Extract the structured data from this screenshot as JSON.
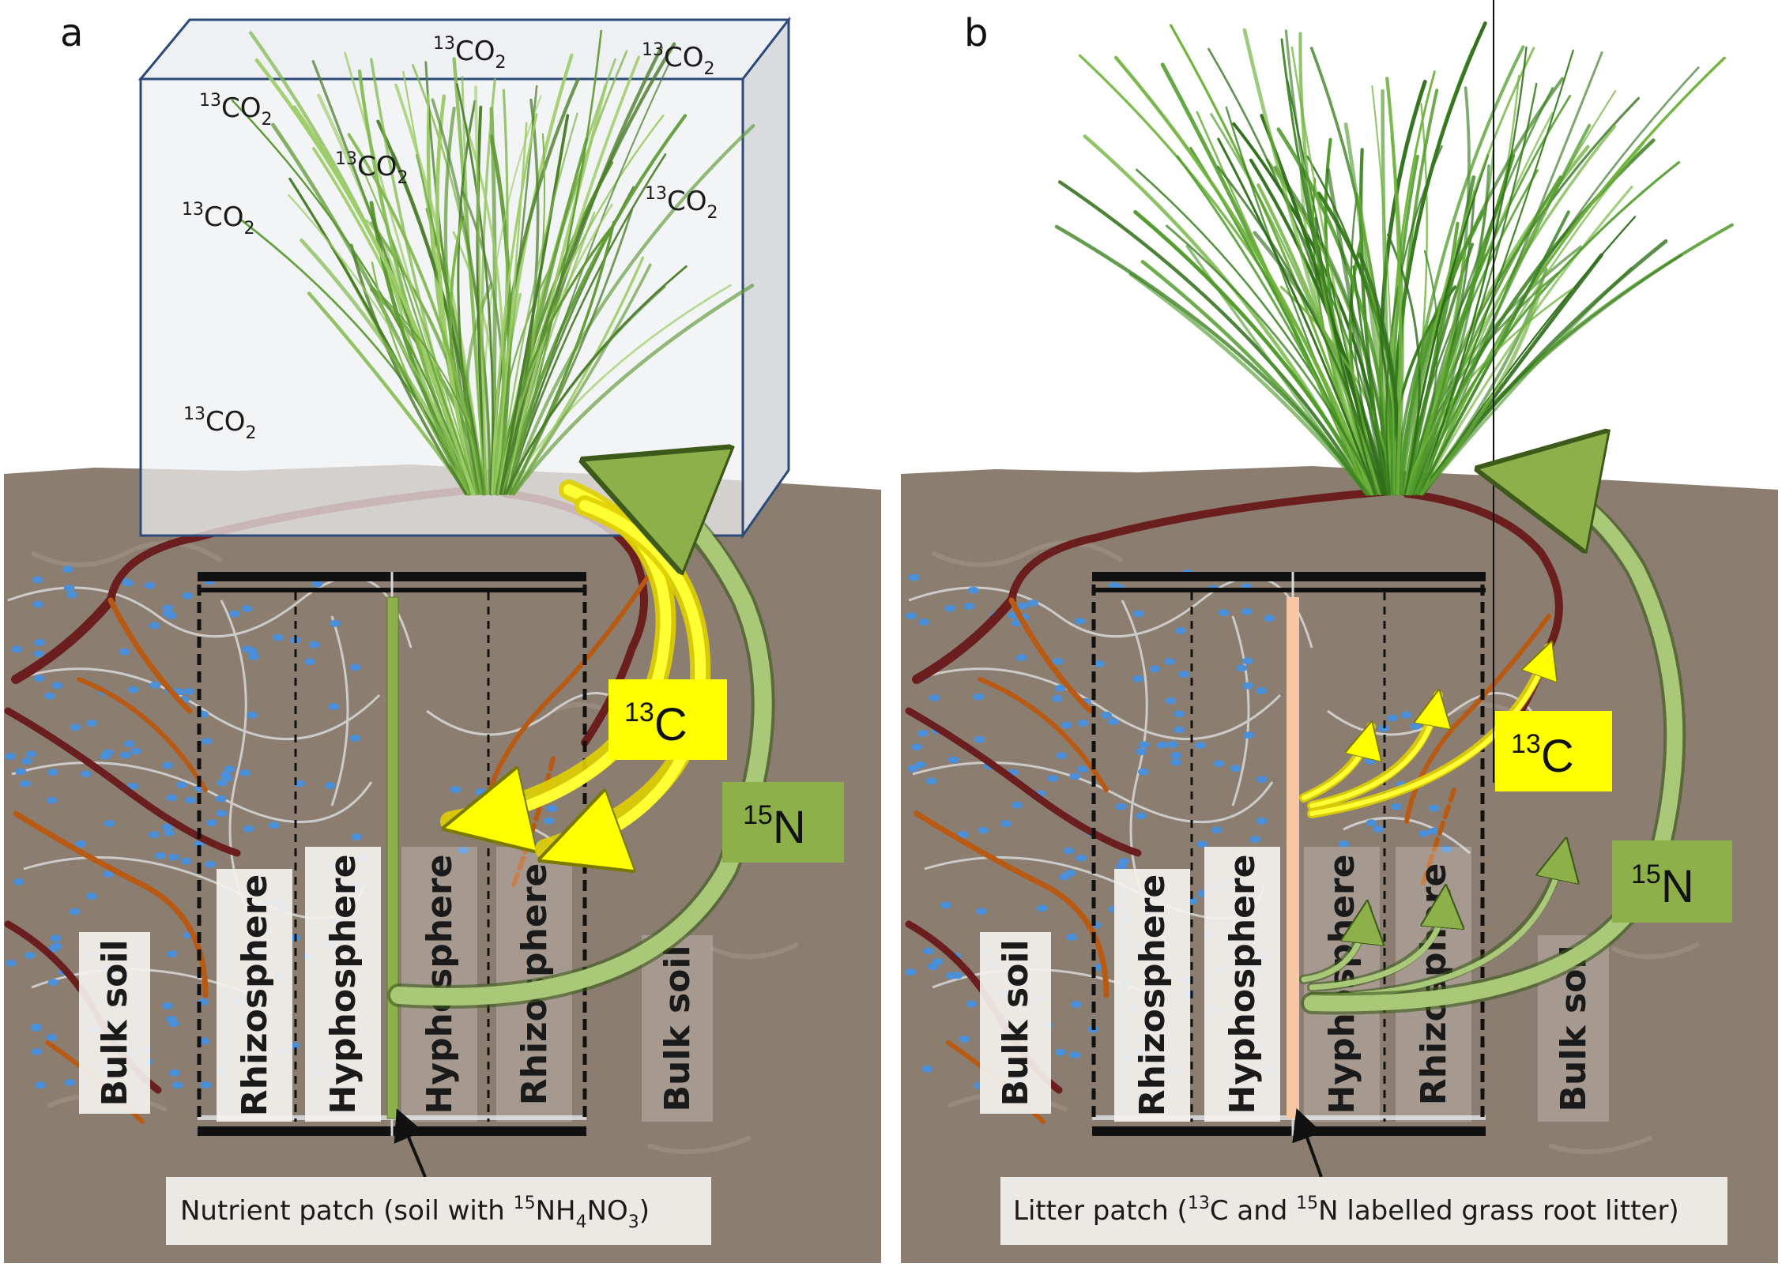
{
  "panels": [
    {
      "letter": "a",
      "zones": [
        "Bulk soil",
        "Rhizosphere",
        "Hyphosphere",
        "Hyphosphere",
        "Rhizosphere",
        "Bulk soil"
      ],
      "co2_label": {
        "sup": "13",
        "base": "CO",
        "sub": "2"
      },
      "c_box": {
        "sup": "13",
        "base": "C"
      },
      "n_box": {
        "sup": "15",
        "base": "N"
      },
      "patch_label": {
        "part1": "Nutrient patch (soil with ",
        "sup": "15",
        "part2": "NH",
        "sub1": "4",
        "part3": "NO",
        "sub2": "3",
        "part4": ")"
      }
    },
    {
      "letter": "b",
      "zones": [
        "Bulk soil",
        "Rhizosphere",
        "Hyphosphere",
        "Hyphosphere",
        "Rhizosphere",
        "Bulk soil"
      ],
      "c_box": {
        "sup": "13",
        "base": "C"
      },
      "n_box": {
        "sup": "15",
        "base": "N"
      },
      "patch_label": {
        "part1": "Litter patch (",
        "sup1": "13",
        "part2": "C and ",
        "sup2": "15",
        "part3": "N labelled grass root litter)"
      }
    }
  ],
  "colors": {
    "soil": "#8b7d70",
    "soil_dark": "#6e6157",
    "chamber_fill": "#eef0f3",
    "chamber_edge": "#2b4a7a",
    "label_box": "#f4f1ee",
    "carbon_box": "#ffff00",
    "nitrogen_box": "#8db04a",
    "nutrient_patch": "#8db04a",
    "litter_patch": "#f7c6a5",
    "root_dark": "#6b1e1e",
    "root_orange": "#b85a14",
    "hyphae": "#d8d8d8",
    "spores": "#4a8fd8",
    "grass": "#6aaa3a"
  }
}
